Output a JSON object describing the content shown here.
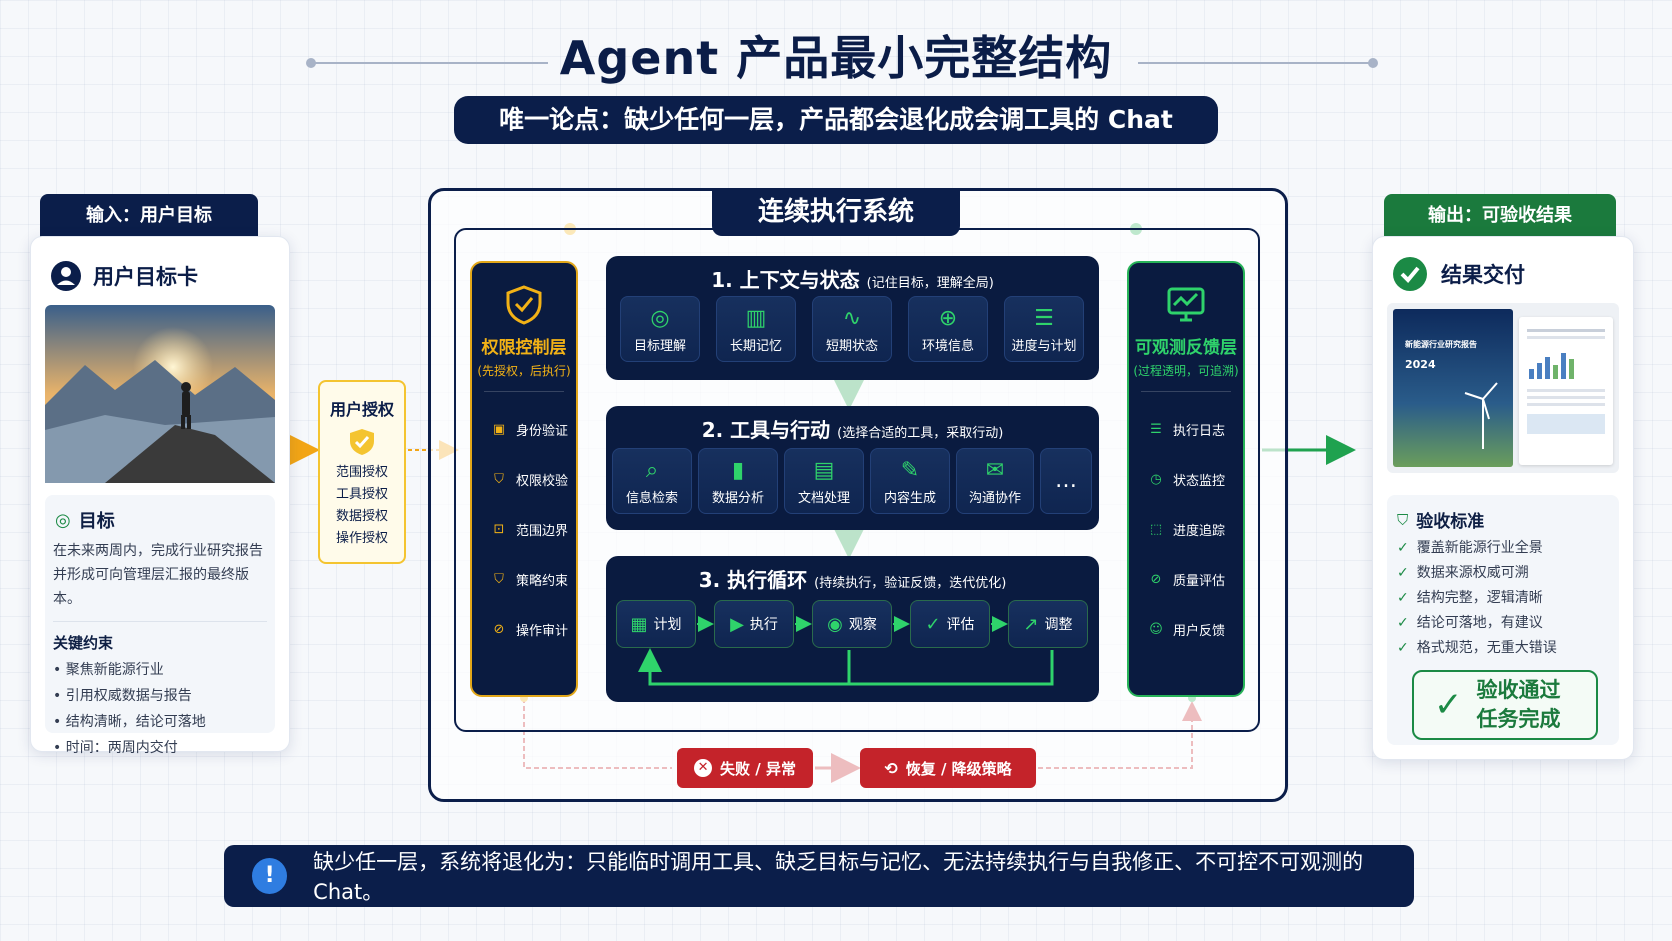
{
  "title": "Agent 产品最小完整结构",
  "subtitle": "唯一论点：缺少任何一层，产品都会退化成会调工具的 Chat",
  "input_card": {
    "tab": "输入：用户目标",
    "heading": "用户目标卡",
    "goal_label": "目标",
    "goal_text_1": "在未来两周内，完成行业研究报告",
    "goal_text_2": "并形成可向管理层汇报的最终版本。",
    "constraints_label": "关键约束",
    "constraints": [
      "聚焦新能源行业",
      "引用权威数据与报告",
      "结构清晰，结论可落地",
      "时间：两周内交付"
    ]
  },
  "authorization": {
    "title": "用户授权",
    "items": [
      "范围授权",
      "工具授权",
      "数据授权",
      "操作授权"
    ]
  },
  "system": {
    "title": "连续执行系统",
    "left_layer": {
      "title": "权限控制层",
      "subtitle": "(先授权，后执行)",
      "items": [
        "身份验证",
        "权限校验",
        "范围边界",
        "策略约束",
        "操作审计"
      ]
    },
    "right_layer": {
      "title": "可观测反馈层",
      "subtitle": "(过程透明，可追溯)",
      "items": [
        "执行日志",
        "状态监控",
        "进度追踪",
        "质量评估",
        "用户反馈"
      ]
    },
    "block1": {
      "title": "1. 上下文与状态",
      "note": "(记住目标，理解全局)",
      "tiles": [
        "目标理解",
        "长期记忆",
        "短期状态",
        "环境信息",
        "进度与计划"
      ]
    },
    "block2": {
      "title": "2. 工具与行动",
      "note": "(选择合适的工具，采取行动)",
      "tiles": [
        "信息检索",
        "数据分析",
        "文档处理",
        "内容生成",
        "沟通协作"
      ],
      "more": "…"
    },
    "block3": {
      "title": "3. 执行循环",
      "note": "(持续执行，验证反馈，迭代优化)",
      "steps": [
        "计划",
        "执行",
        "观察",
        "评估",
        "调整"
      ]
    },
    "fail_label": "失败 / 异常",
    "recover_label": "恢复 / 降级策略"
  },
  "output_card": {
    "tab": "输出：可验收结果",
    "heading": "结果交付",
    "report_title": "新能源行业研究报告",
    "report_year": "2024",
    "acceptance_label": "验收标准",
    "criteria": [
      "覆盖新能源行业全景",
      "数据来源权威可溯",
      "结构完整，逻辑清晰",
      "结论可落地，有建议",
      "格式规范，无重大错误"
    ],
    "pass_line1": "验收通过",
    "pass_line2": "任务完成"
  },
  "footer": "缺少任一层，系统将退化为：只能临时调用工具、缺乏目标与记忆、无法持续执行与自我修正、不可控不可观测的 Chat。",
  "colors": {
    "navy": "#0b1e4a",
    "green": "#1b8a45",
    "gold": "#e2a719",
    "red": "#c4232a"
  }
}
